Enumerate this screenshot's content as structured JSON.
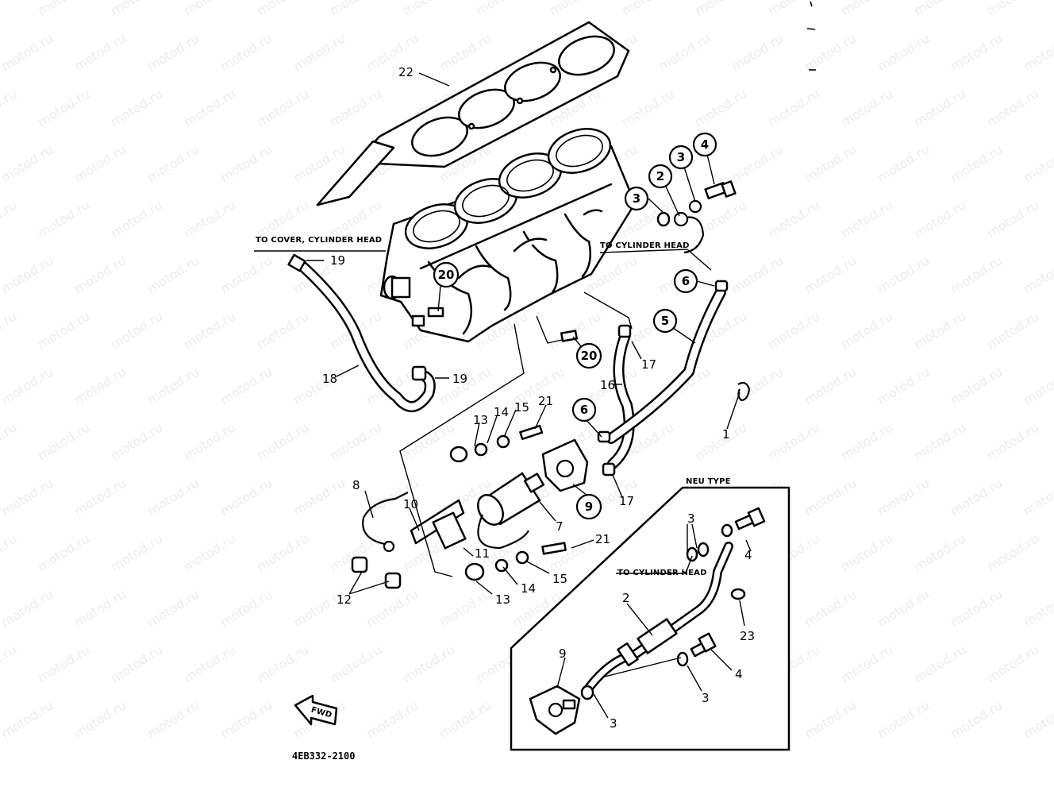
{
  "labels": {
    "to_cover_cylinder_head": "TO COVER, CYLINDER HEAD",
    "to_cylinder_head_main": "TO CYLINDER HEAD",
    "to_cylinder_head_inset": "TO CYLINDER HEAD",
    "neu_type": "NEU TYPE",
    "fwd": "FWD",
    "diagram_code": "4EB332-2100",
    "watermark": "motod.ru"
  },
  "callouts": {
    "p1": "1",
    "p2_circled": "2",
    "p3_circled_a": "3",
    "p3_circled_b": "3",
    "p4_circled": "4",
    "p5_circled": "5",
    "p6_circled_a": "6",
    "p6_circled_b": "6",
    "p7": "7",
    "p8": "8",
    "p9_circled": "9",
    "p10": "10",
    "p11": "11",
    "p12": "12",
    "p13_a": "13",
    "p13_b": "13",
    "p14_a": "14",
    "p14_b": "14",
    "p15_a": "15",
    "p15_b": "15",
    "p16": "16",
    "p17_a": "17",
    "p17_b": "17",
    "p18": "18",
    "p19_a": "19",
    "p19_b": "19",
    "p20_circled_a": "20",
    "p20_circled_b": "20",
    "p21_a": "21",
    "p21_b": "21",
    "p22": "22",
    "inset_3_top": "3",
    "inset_4_top": "4",
    "inset_2": "2",
    "inset_23": "23",
    "inset_4_mid": "4",
    "inset_3_mid": "3",
    "inset_9": "9",
    "inset_3_bottom": "3"
  }
}
